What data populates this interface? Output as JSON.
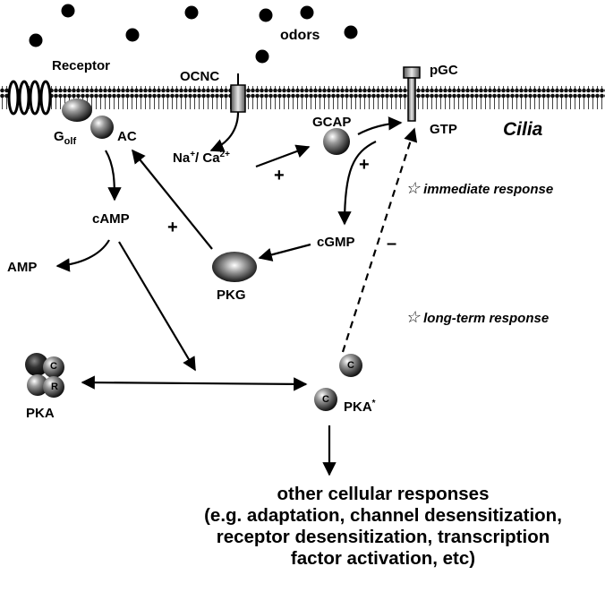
{
  "labels": {
    "odors": "odors",
    "receptor": "Receptor",
    "ocnc": "OCNC",
    "pgc": "pGC",
    "golf_main": "G",
    "golf_sub": "olf",
    "ac": "AC",
    "gcap": "GCAP",
    "gtp": "GTP",
    "cilia": "Cilia",
    "na_ca_na": "Na",
    "na_ca_plus": "+",
    "na_ca_slash": "/ Ca",
    "na_ca_twoplus": "2+",
    "camp": "cAMP",
    "amp": "AMP",
    "cgmp": "cGMP",
    "pkg": "PKG",
    "pka": "PKA",
    "pka_active": "PKA",
    "pka_active_star": "*",
    "c_subunit": "C",
    "r_subunit": "R"
  },
  "signs": {
    "plus_na_ca": "+",
    "plus_gcap": "+",
    "plus_pkg": "+",
    "minus_pka": "–"
  },
  "legend": {
    "star_icon": "☆",
    "immediate": "immediate response",
    "long_term": "long-term response"
  },
  "footer": {
    "line1": "other cellular responses",
    "line2": "(e.g.  adaptation, channel desensitization,",
    "line3": "receptor desensitization, transcription",
    "line4": "factor activation, etc)"
  }
}
